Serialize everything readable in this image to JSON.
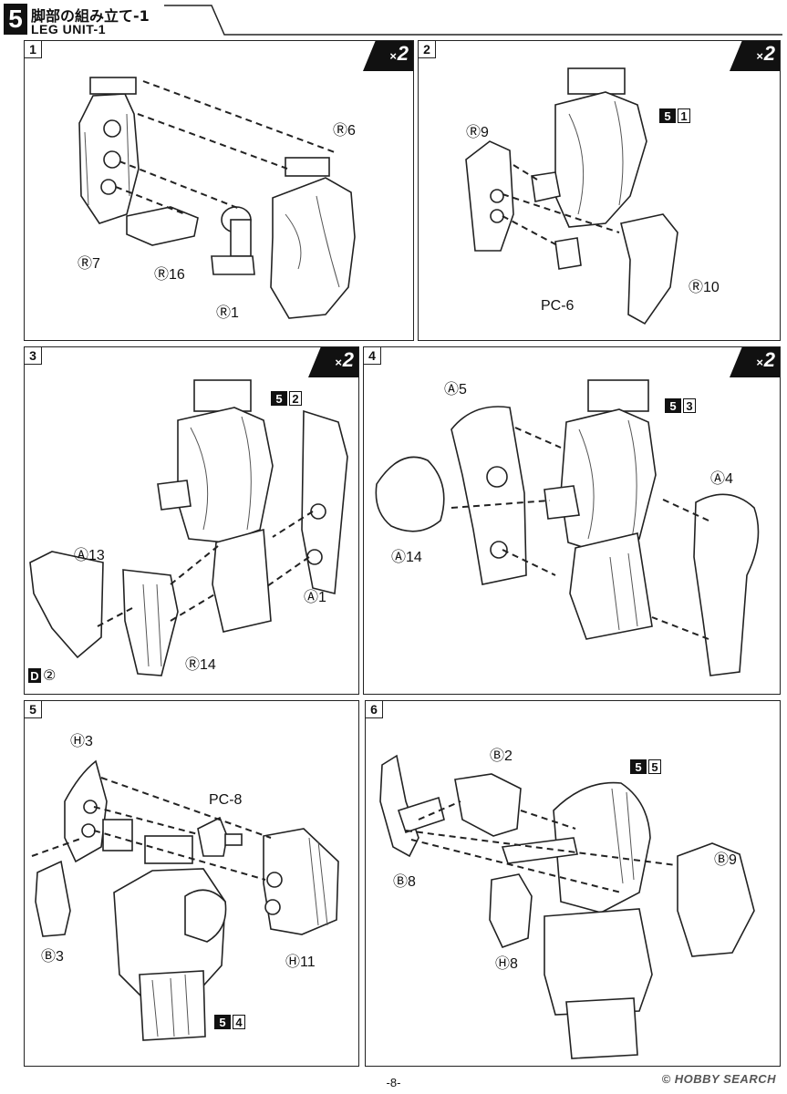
{
  "header": {
    "section_number": "5",
    "title_jp": "脚部の組み立て-1",
    "title_en": "LEG UNIT-1"
  },
  "multiplier": "2",
  "multiplier_prefix": "×",
  "panels": [
    {
      "step": "1",
      "labels": [
        "Ⓡ6",
        "Ⓡ7",
        "Ⓡ16",
        "Ⓡ1"
      ]
    },
    {
      "step": "2",
      "ref": [
        "5",
        "1"
      ],
      "labels": [
        "Ⓡ9",
        "Ⓡ10",
        "PC-6"
      ]
    },
    {
      "step": "3",
      "ref": [
        "5",
        "2"
      ],
      "labels": [
        "Ⓐ13",
        "Ⓡ14",
        "Ⓐ1",
        "②"
      ],
      "d_badge": "D"
    },
    {
      "step": "4",
      "ref": [
        "5",
        "3"
      ],
      "labels": [
        "Ⓐ5",
        "Ⓐ4",
        "Ⓐ14"
      ]
    },
    {
      "step": "5",
      "ref": [
        "5",
        "4"
      ],
      "labels": [
        "Ⓗ3",
        "PC-8",
        "Ⓑ3",
        "Ⓗ11"
      ]
    },
    {
      "step": "6",
      "ref": [
        "5",
        "5"
      ],
      "labels": [
        "Ⓑ2",
        "Ⓑ9",
        "Ⓑ8",
        "Ⓗ8"
      ]
    }
  ],
  "footer": {
    "page": "-8-",
    "watermark": "© HOBBY SEARCH"
  }
}
